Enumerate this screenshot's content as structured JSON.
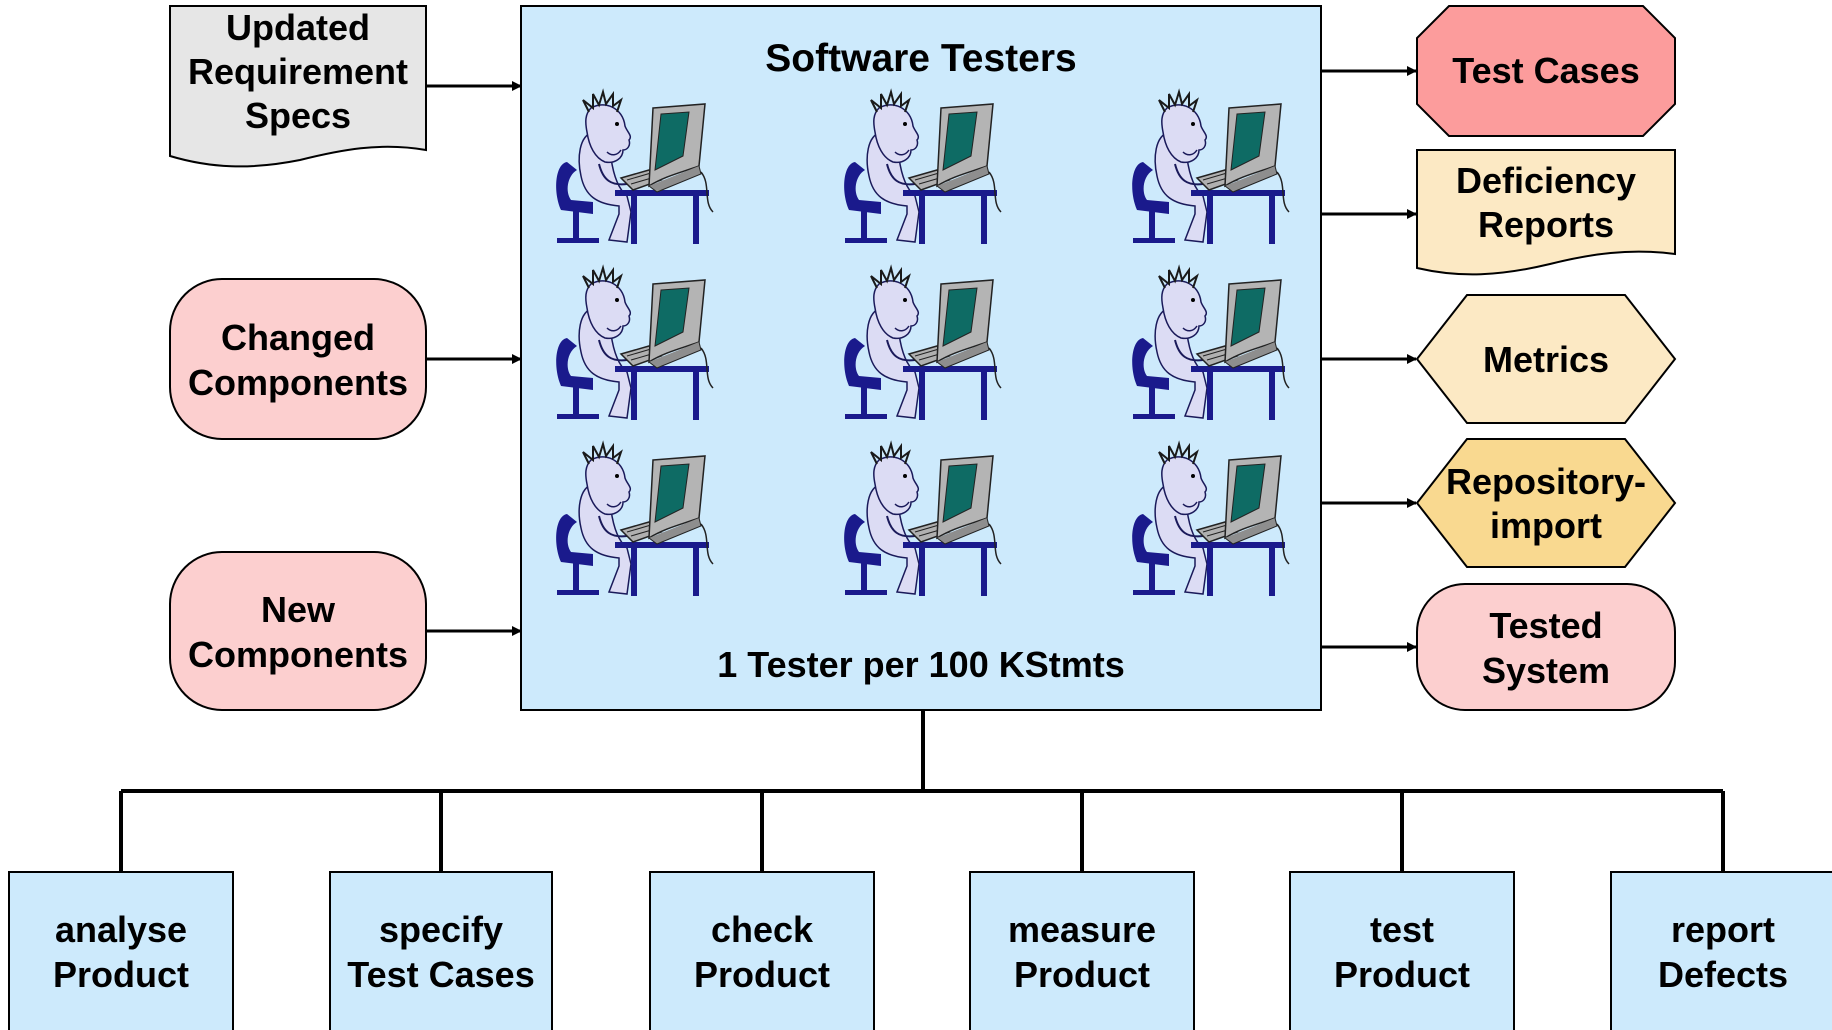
{
  "title": "Software Testers",
  "footer": "1 Tester per 100 KStmts",
  "inputs": {
    "updated_specs": [
      "Updated",
      "Requirement",
      "Specs"
    ],
    "changed_components": [
      "Changed",
      "Components"
    ],
    "new_components": [
      "New",
      "Components"
    ]
  },
  "outputs": {
    "test_cases": [
      "Test Cases"
    ],
    "deficiency_reports": [
      "Deficiency",
      "Reports"
    ],
    "metrics": [
      "Metrics"
    ],
    "repository_import": [
      "Repository-",
      "import"
    ],
    "tested_system": [
      "Tested",
      "System"
    ]
  },
  "activities": [
    [
      "analyse",
      "Product"
    ],
    [
      "specify",
      "Test Cases"
    ],
    [
      "check",
      "Product"
    ],
    [
      "measure",
      "Product"
    ],
    [
      "test",
      "Product"
    ],
    [
      "report",
      "Defects"
    ]
  ],
  "colors": {
    "main_box": "#cdeafc",
    "activity_box": "#cdeafc",
    "document_gray": "#e6e6e6",
    "rounded_pink": "#fccfcf",
    "octagon_red": "#fc9c9c",
    "wavy_yellow": "#fce9c4",
    "hexagon_yellow": "#fce9c4",
    "hexagon_orange": "#f9d990"
  },
  "icons": {
    "tester": "person-at-computer-icon"
  }
}
